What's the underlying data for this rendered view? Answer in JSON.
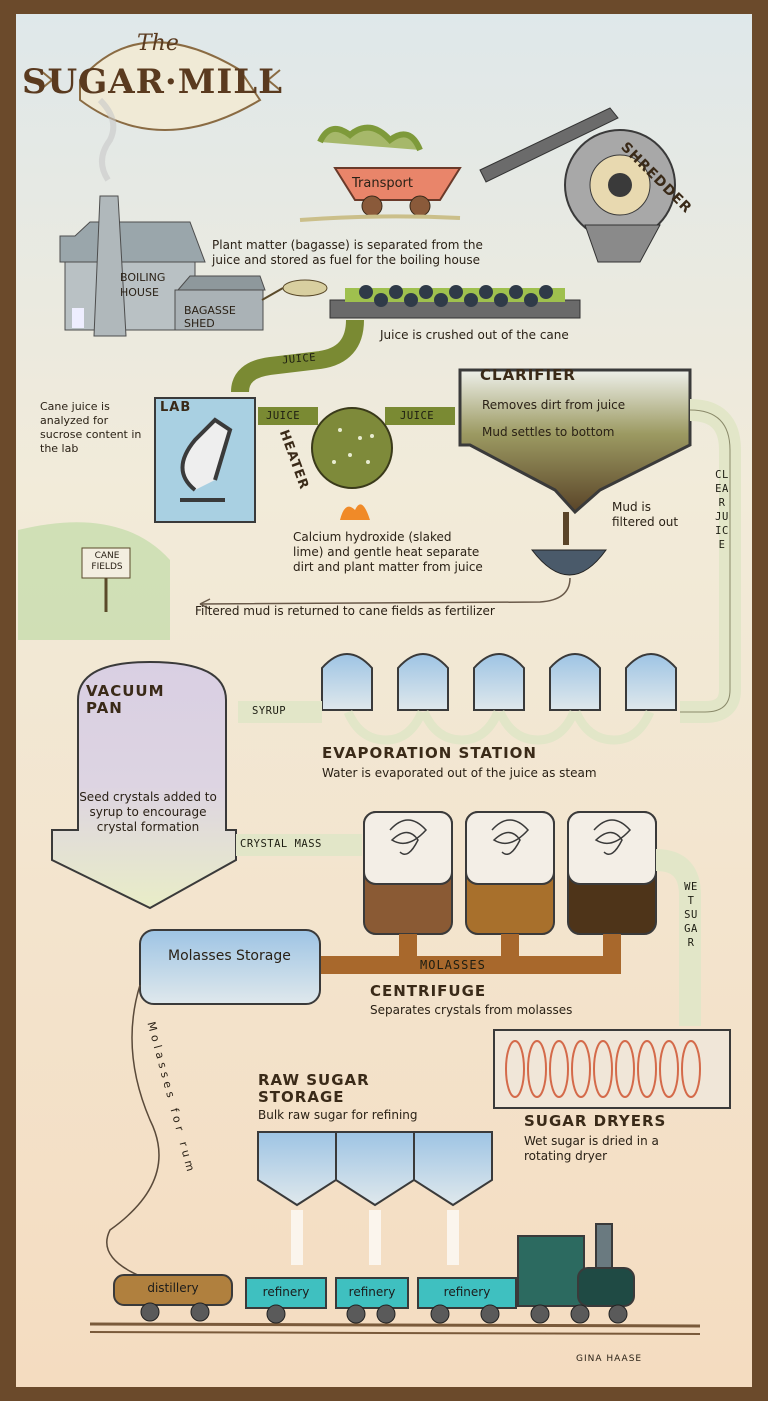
{
  "title": {
    "the": "The",
    "main": "SUGAR·MILL"
  },
  "signature": "GINA HAASE",
  "labels": {
    "transport": "Transport",
    "shredder": "SHREDDER",
    "boiling_house": "BOILING HOUSE",
    "bagasse_shed": "BAGASSE SHED",
    "bagasse_note": "Plant matter (bagasse) is separated from the juice and stored as fuel for the boiling house",
    "crush_note": "Juice is crushed out of the cane",
    "lab": "LAB",
    "lab_note": "Cane juice is analyzed for sucrose content in the lab",
    "heater": "HEATER",
    "lime_note": "Calcium hydroxide (slaked lime) and gentle heat separate dirt and plant matter from juice",
    "clarifier": "CLARIFIER",
    "clarifier_note1": "Removes dirt from juice",
    "clarifier_note2": "Mud settles to bottom",
    "mud_note": "Mud is filtered out",
    "cane_fields": "CANE FIELDS",
    "fertilizer_note": "Filtered mud is returned to cane fields as fertilizer",
    "vacuum_pan": "VACUUM PAN",
    "seed_note": "Seed crystals added to syrup to encourage crystal formation",
    "evaporation": "EVAPORATION STATION",
    "evaporation_note": "Water is evaporated out of the juice as steam",
    "molasses_storage": "Molasses Storage",
    "centrifuge": "CENTRIFUGE",
    "centrifuge_note": "Separates crystals from molasses",
    "raw_sugar": "RAW SUGAR STORAGE",
    "raw_sugar_note": "Bulk raw sugar for refining",
    "dryers": "SUGAR DRYERS",
    "dryers_note": "Wet sugar is dried in a rotating dryer",
    "molasses_for_rum": "Molasses for rum"
  },
  "pipes": {
    "juice1": "JUICE",
    "juice2": "JUICE",
    "juice3": "JUICE",
    "clear_juice": "CLEAR JUICE",
    "syrup": "SYRUP",
    "crystal_mass": "CRYSTAL MASS",
    "molasses": "MOLASSES",
    "wet_sugar": "WET SUGAR"
  },
  "carts": {
    "distillery": "distillery",
    "refinery1": "refinery",
    "refinery2": "refinery",
    "refinery3": "refinery"
  },
  "colors": {
    "frame": "#6b4a2b",
    "pipe": "#e2e6c8",
    "juice_pipe": "#7a8a33",
    "molasses_pipe": "#a8682c",
    "tank": "#a9c7e0"
  }
}
